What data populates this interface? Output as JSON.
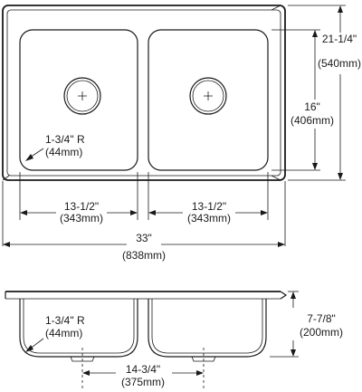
{
  "top_view": {
    "overall_depth": {
      "inch": "21-1/4\"",
      "mm": "(540mm)"
    },
    "bowl_depth": {
      "inch": "16\"",
      "mm": "(406mm)"
    },
    "corner_radius": {
      "inch": "1-3/4\" R",
      "mm": "(44mm)"
    },
    "left_bowl_width": {
      "inch": "13-1/2\"",
      "mm": "(343mm)"
    },
    "right_bowl_width": {
      "inch": "13-1/2\"",
      "mm": "(343mm)"
    },
    "overall_width": {
      "inch": "33\"",
      "mm": "(838mm)"
    }
  },
  "side_view": {
    "bowl_depth": {
      "inch": "7-7/8\"",
      "mm": "(200mm)"
    },
    "corner_radius": {
      "inch": "1-3/4\" R",
      "mm": "(44mm)"
    },
    "drain_spacing": {
      "inch": "14-3/4\"",
      "mm": "(375mm)"
    }
  },
  "colors": {
    "line": "#1a1a1a",
    "background": "#ffffff"
  }
}
